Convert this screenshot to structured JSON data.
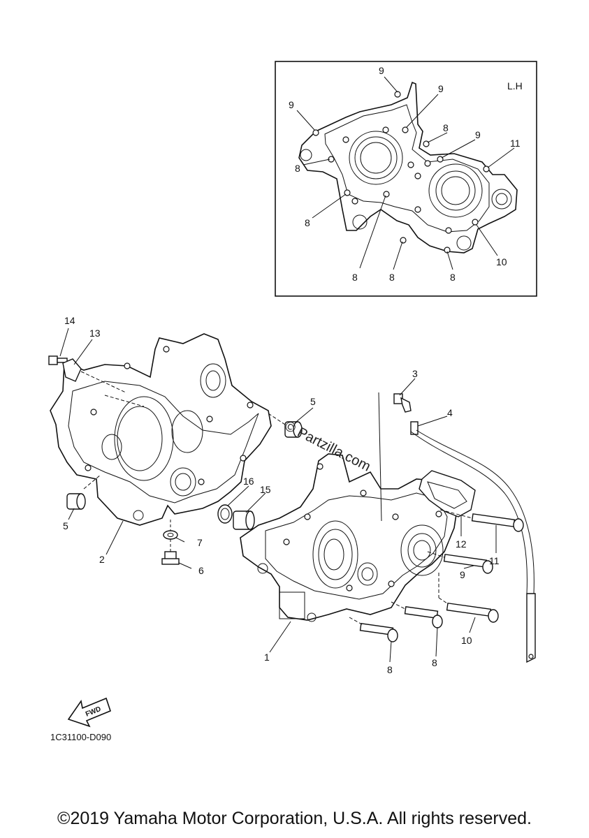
{
  "inset": {
    "side_label": "L.H"
  },
  "inset_callouts": [
    {
      "id": "i1",
      "text": "9"
    },
    {
      "id": "i2",
      "text": "9"
    },
    {
      "id": "i3",
      "text": "9"
    },
    {
      "id": "i4",
      "text": "8"
    },
    {
      "id": "i5",
      "text": "9"
    },
    {
      "id": "i6",
      "text": "11"
    },
    {
      "id": "i7",
      "text": "8"
    },
    {
      "id": "i8",
      "text": "8"
    },
    {
      "id": "i9",
      "text": "10"
    },
    {
      "id": "i10",
      "text": "8"
    },
    {
      "id": "i11",
      "text": "8"
    },
    {
      "id": "i12",
      "text": "8"
    }
  ],
  "callouts": [
    {
      "id": "c14",
      "text": "14"
    },
    {
      "id": "c13",
      "text": "13"
    },
    {
      "id": "c3",
      "text": "3"
    },
    {
      "id": "c5a",
      "text": "5"
    },
    {
      "id": "c4",
      "text": "4"
    },
    {
      "id": "c16",
      "text": "16"
    },
    {
      "id": "c15",
      "text": "15"
    },
    {
      "id": "c5b",
      "text": "5"
    },
    {
      "id": "c7",
      "text": "7"
    },
    {
      "id": "c2",
      "text": "2"
    },
    {
      "id": "c6",
      "text": "6"
    },
    {
      "id": "c12",
      "text": "12"
    },
    {
      "id": "c11",
      "text": "11"
    },
    {
      "id": "c9",
      "text": "9"
    },
    {
      "id": "c10",
      "text": "10"
    },
    {
      "id": "c1",
      "text": "1"
    },
    {
      "id": "c8a",
      "text": "8"
    },
    {
      "id": "c8b",
      "text": "8"
    }
  ],
  "watermark": "© Partzilla.com",
  "fwd_label": "FWD",
  "diagram_code": "1C31100-D090",
  "copyright": "©2019 Yamaha Motor Corporation, U.S.A. All rights reserved."
}
